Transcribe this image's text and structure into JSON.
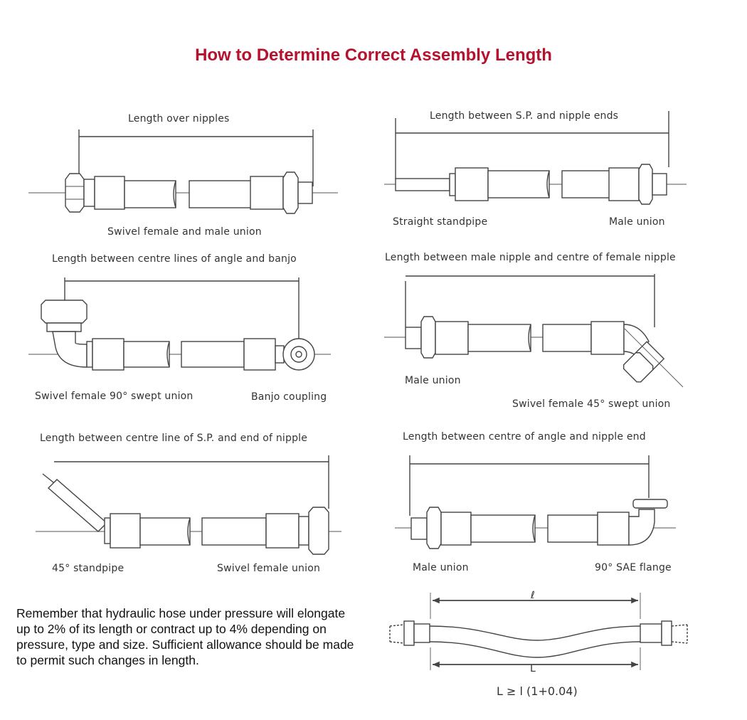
{
  "title": "How to Determine Correct Assembly Length",
  "panels": [
    {
      "dimension": "Length over nipples",
      "parts": [
        "Swivel female and male union"
      ]
    },
    {
      "dimension": "Length between S.P. and nipple ends",
      "parts": [
        "Straight standpipe",
        "Male union"
      ]
    },
    {
      "dimension": "Length between centre lines of angle and banjo",
      "parts": [
        "Swivel female 90° swept union",
        "Banjo coupling"
      ]
    },
    {
      "dimension": "Length between male nipple and centre of female nipple",
      "parts": [
        "Male union",
        "Swivel female 45° swept union"
      ]
    },
    {
      "dimension": "Length between centre line of S.P. and end of nipple",
      "parts": [
        "45° standpipe",
        "Swivel female union"
      ]
    },
    {
      "dimension": "Length between centre of angle and nipple end",
      "parts": [
        "Male union",
        "90° SAE flange"
      ]
    }
  ],
  "note": "Remember that hydraulic hose under pressure will elongate up to 2% of its length or contract up to 4% depending on pressure, type and size. Sufficient allowance should be made to permit such changes in length.",
  "elongation": {
    "short_symbol": "ℓ",
    "long_symbol": "L",
    "formula": "L ≥ l (1+0.04)"
  }
}
